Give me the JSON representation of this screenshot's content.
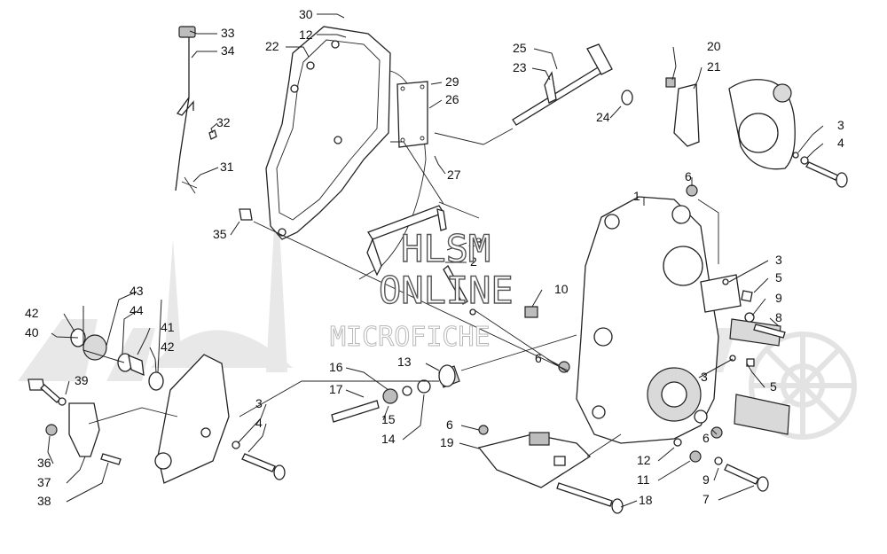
{
  "watermark": {
    "line1": "HLSM",
    "line2": "ONLINE",
    "line3": "MICROFICHE"
  },
  "callouts": [
    {
      "id": "c30",
      "label": "30"
    },
    {
      "id": "c12a",
      "label": "12"
    },
    {
      "id": "c33",
      "label": "33"
    },
    {
      "id": "c34",
      "label": "34"
    },
    {
      "id": "c22",
      "label": "22"
    },
    {
      "id": "c25",
      "label": "25"
    },
    {
      "id": "c23",
      "label": "23"
    },
    {
      "id": "c20",
      "label": "20"
    },
    {
      "id": "c21",
      "label": "21"
    },
    {
      "id": "c29",
      "label": "29"
    },
    {
      "id": "c26",
      "label": "26"
    },
    {
      "id": "c24",
      "label": "24"
    },
    {
      "id": "c32",
      "label": "32"
    },
    {
      "id": "c3a",
      "label": "3"
    },
    {
      "id": "c4a",
      "label": "4"
    },
    {
      "id": "c31",
      "label": "31"
    },
    {
      "id": "c27",
      "label": "27"
    },
    {
      "id": "c6a",
      "label": "6"
    },
    {
      "id": "c1",
      "label": "1"
    },
    {
      "id": "c35",
      "label": "35"
    },
    {
      "id": "c28",
      "label": "28"
    },
    {
      "id": "c2",
      "label": "2"
    },
    {
      "id": "c3b",
      "label": "3"
    },
    {
      "id": "c3c",
      "label": "3"
    },
    {
      "id": "c5a",
      "label": "5"
    },
    {
      "id": "c10",
      "label": "10"
    },
    {
      "id": "c43",
      "label": "43"
    },
    {
      "id": "c9a",
      "label": "9"
    },
    {
      "id": "c44",
      "label": "44"
    },
    {
      "id": "c42a",
      "label": "42"
    },
    {
      "id": "c8",
      "label": "8"
    },
    {
      "id": "c40",
      "label": "40"
    },
    {
      "id": "c41",
      "label": "41"
    },
    {
      "id": "c42b",
      "label": "42"
    },
    {
      "id": "c13",
      "label": "13"
    },
    {
      "id": "c6b",
      "label": "6"
    },
    {
      "id": "c16",
      "label": "16"
    },
    {
      "id": "c39",
      "label": "39"
    },
    {
      "id": "c17",
      "label": "17"
    },
    {
      "id": "c3d",
      "label": "3"
    },
    {
      "id": "c5b",
      "label": "5"
    },
    {
      "id": "c3e",
      "label": "3"
    },
    {
      "id": "c4b",
      "label": "4"
    },
    {
      "id": "c15",
      "label": "15"
    },
    {
      "id": "c6c",
      "label": "6"
    },
    {
      "id": "c6d",
      "label": "6"
    },
    {
      "id": "c14",
      "label": "14"
    },
    {
      "id": "c19",
      "label": "19"
    },
    {
      "id": "c36",
      "label": "36"
    },
    {
      "id": "c12b",
      "label": "12"
    },
    {
      "id": "c37",
      "label": "37"
    },
    {
      "id": "c11",
      "label": "11"
    },
    {
      "id": "c9b",
      "label": "9"
    },
    {
      "id": "c38",
      "label": "38"
    },
    {
      "id": "c18",
      "label": "18"
    },
    {
      "id": "c7",
      "label": "7"
    }
  ]
}
